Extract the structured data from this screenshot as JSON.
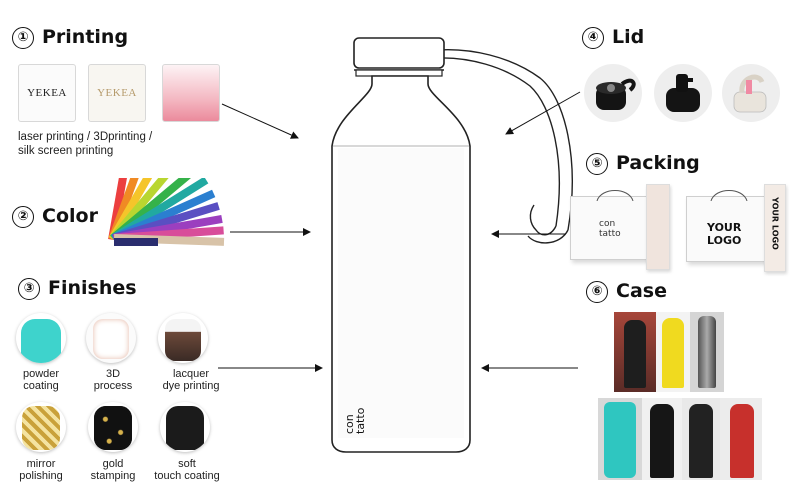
{
  "printing": {
    "number": "①",
    "title": "Printing",
    "swatch_texts": [
      "YEKEA",
      "YEKEA",
      ""
    ],
    "caption_line1": "laser printing / 3Dprinting /",
    "caption_line2": "silk screen printing"
  },
  "color": {
    "number": "②",
    "title": "Color"
  },
  "finishes": {
    "number": "③",
    "title": "Finishes",
    "items": [
      {
        "line1": "powder",
        "line2": "coating"
      },
      {
        "line1": "3D",
        "line2": "process"
      },
      {
        "line1": "lacquer",
        "line2": "dye printing"
      },
      {
        "line1": "mirror",
        "line2": "polishing"
      },
      {
        "line1": "gold",
        "line2": "stamping"
      },
      {
        "line1": "soft",
        "line2": "touch coating"
      }
    ]
  },
  "lid": {
    "number": "④",
    "title": "Lid"
  },
  "packing": {
    "number": "⑤",
    "title": "Packing",
    "bag1_logo": "con\ntatto",
    "bag2_logo_line1": "YOUR",
    "bag2_logo_line2": "LOGO",
    "box2_text": "YOUR LOGO"
  },
  "case": {
    "number": "⑥",
    "title": "Case"
  },
  "bottle": {
    "logo_line1": "con",
    "logo_line2": "tatto"
  }
}
